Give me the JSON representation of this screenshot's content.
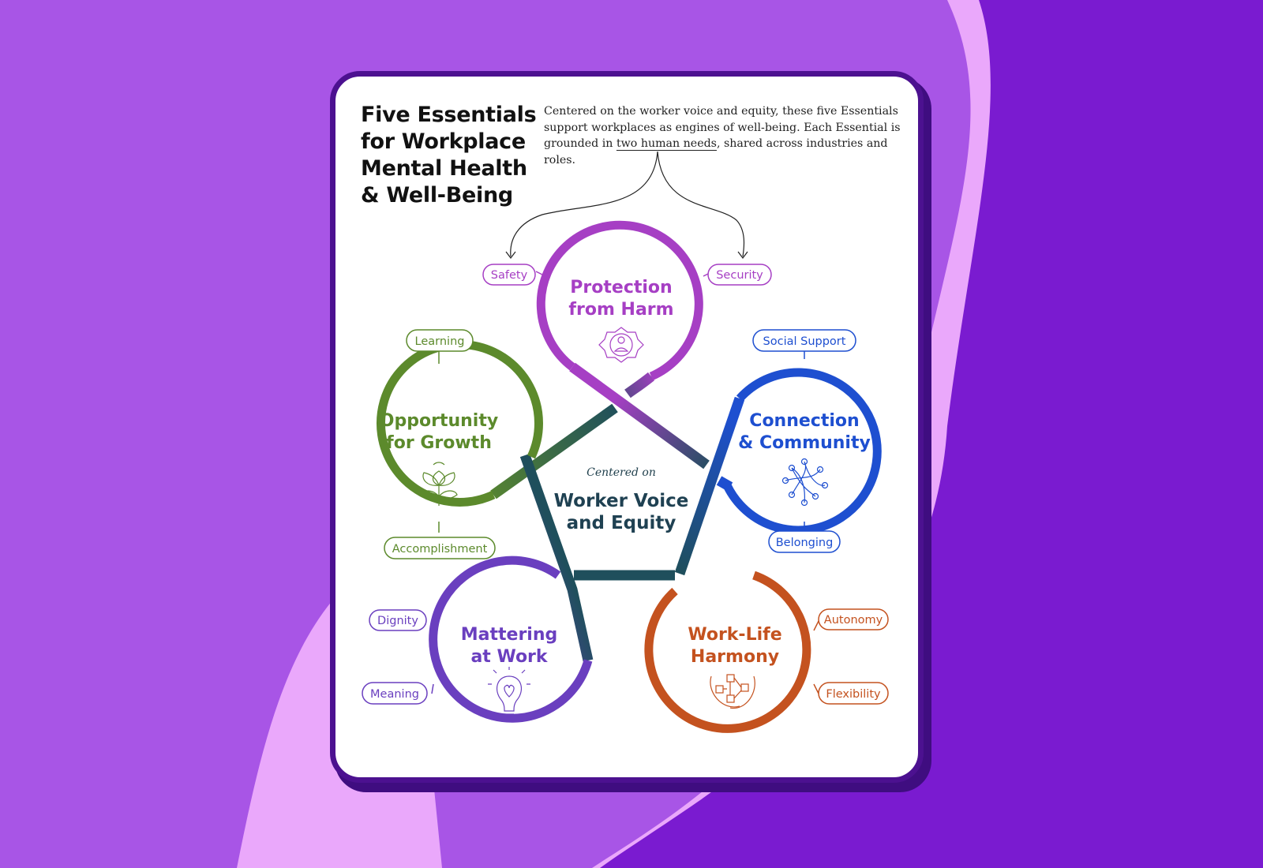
{
  "title_lines": [
    "Five Essentials",
    "for Workplace",
    "Mental Health",
    "& Well-Being"
  ],
  "intro": {
    "before": "Centered on the worker voice and equity, these five Essentials support workplaces as engines of well-being. Each Essential is grounded in ",
    "highlight": "two human needs",
    "after": ", shared across industries and roles."
  },
  "center": {
    "caption": "Centered on",
    "lines": [
      "Worker Voice",
      "and Equity"
    ]
  },
  "essentials": [
    {
      "id": "protection",
      "lines": [
        "Protection",
        "from Harm"
      ],
      "color": "#a63fc4",
      "icon": "shield-person-icon",
      "needs": [
        "Safety",
        "Security"
      ]
    },
    {
      "id": "connection",
      "lines": [
        "Connection",
        "& Community"
      ],
      "color": "#1e4fd0",
      "icon": "network-icon",
      "needs": [
        "Social Support",
        "Belonging"
      ]
    },
    {
      "id": "worklife",
      "lines": [
        "Work-Life",
        "Harmony"
      ],
      "color": "#c4521f",
      "icon": "gears-icon",
      "needs": [
        "Autonomy",
        "Flexibility"
      ]
    },
    {
      "id": "mattering",
      "lines": [
        "Mattering",
        "at Work"
      ],
      "color": "#6a3fbf",
      "icon": "lightbulb-heart-icon",
      "needs": [
        "Dignity",
        "Meaning"
      ]
    },
    {
      "id": "opportunity",
      "lines": [
        "Opportunity",
        "for Growth"
      ],
      "color": "#5c8a2c",
      "icon": "lotus-icon",
      "needs": [
        "Learning",
        "Accomplishment"
      ]
    }
  ],
  "colors": {
    "center_teal": "#1f4f5c",
    "background_purple": "#a855e6",
    "background_deep_purple": "#7a1bd0",
    "background_pink": "#eaa8fb",
    "card_border": "#4c1190"
  }
}
